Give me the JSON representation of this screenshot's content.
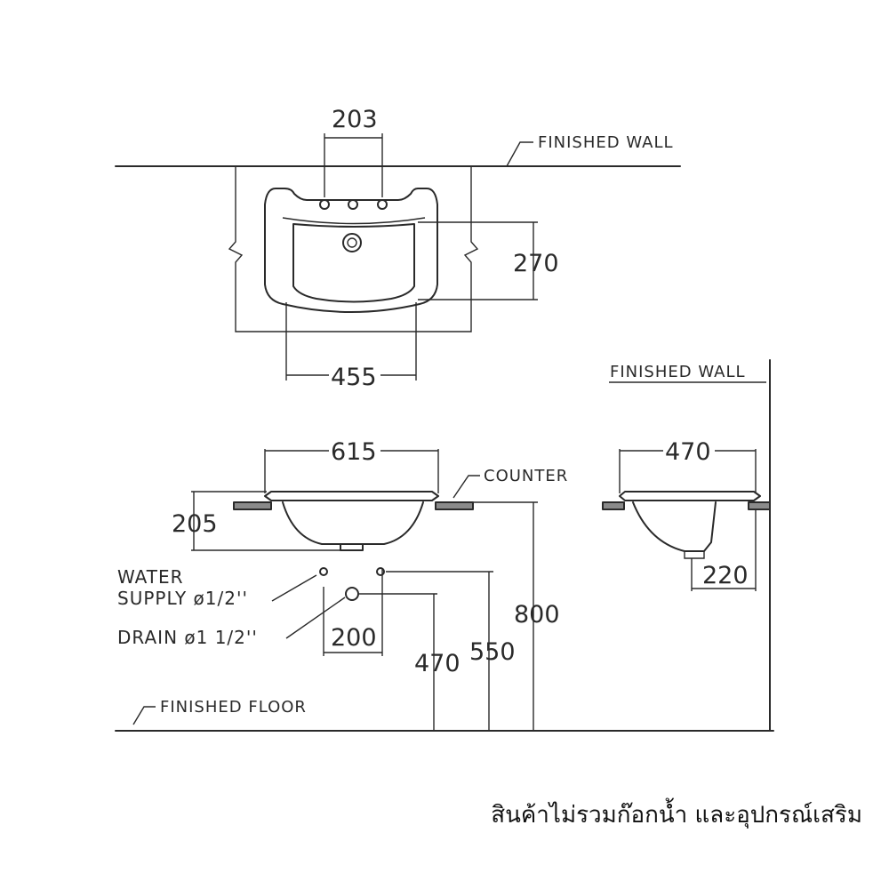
{
  "top_view": {
    "dim_tap_spacing": "203",
    "dim_bowl_depth": "270",
    "dim_bowl_width": "455",
    "label_wall": "FINISHED WALL"
  },
  "front_view": {
    "dim_width": "615",
    "dim_height": "205",
    "label_counter": "COUNTER",
    "label_water_supply_1": "WATER",
    "label_water_supply_2": "SUPPLY ø1/2''",
    "label_drain": "DRAIN ø1  1/2''",
    "dim_supply_spacing": "200",
    "dim_counter_height": "800",
    "dim_supply_height": "550",
    "dim_drain_height": "470",
    "label_floor": "FINISHED FLOOR"
  },
  "side_view": {
    "label_wall": "FINISHED WALL",
    "dim_depth": "470",
    "dim_drain_offset": "220"
  },
  "footnote": "สินค้าไม่รวมก๊อกน้ำ และอุปกรณ์เสริม"
}
